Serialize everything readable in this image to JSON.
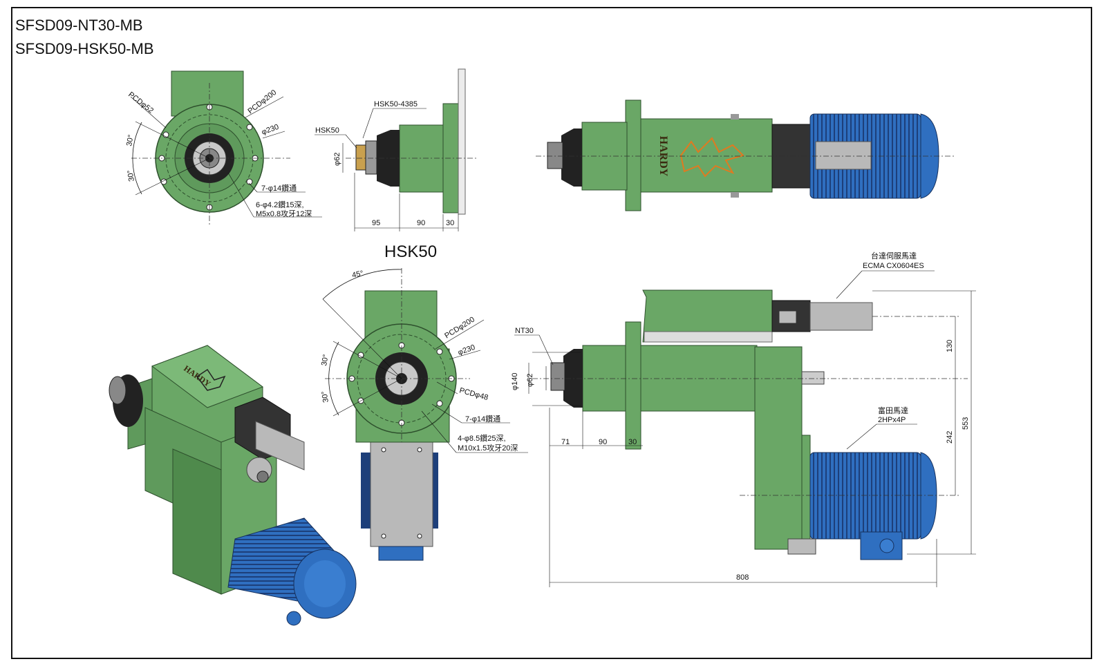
{
  "titles": [
    "SFSD09-NT30-MB",
    "SFSD09-HSK50-MB"
  ],
  "section_label": "HSK50",
  "brand": "HARDY",
  "colors": {
    "green": "#6aa766",
    "green_dark": "#3f7a3e",
    "motor_blue": "#2f6fc0",
    "motor_dark": "#1d3f7a",
    "gray": "#b9b9b9"
  },
  "front_view_nt30": {
    "pcd_small": "PCDφ52",
    "pcd_large": "PCDφ200",
    "outer_dia": "φ230",
    "angle_top": "30°",
    "angle_bottom": "30°",
    "holes_note": "7-φ14鑽通",
    "tap_note_1": "6-φ4.2鑽15深,",
    "tap_note_2": "M5x0.8攻牙12深"
  },
  "side_view_hsk": {
    "part_label": "HSK50-4385",
    "holder_label": "HSK50",
    "dia": "φ62",
    "dims": [
      "95",
      "90",
      "30"
    ]
  },
  "front_view_hsk50": {
    "angle": "45°",
    "pcd_large": "PCDφ200",
    "outer_dia": "φ230",
    "pcd_small": "PCDφ48",
    "angle_top": "30°",
    "angle_bottom": "30°",
    "holes_note": "7-φ14鑽通",
    "tap_note_1": "4-φ8.5鑽25深,",
    "tap_note_2": "M10x1.5攻牙20深"
  },
  "side_view_nt30": {
    "holder_label": "NT30",
    "dia_outer": "φ140",
    "dia_inner": "φ62",
    "dims": [
      "71",
      "90",
      "30"
    ],
    "servo_label_1": "台達伺服馬達",
    "servo_label_2": "ECMA CX0604ES",
    "motor_label_1": "富田馬達",
    "motor_label_2": "2HPx4P",
    "height_130": "130",
    "height_242": "242",
    "height_553": "553",
    "length_808": "808"
  }
}
